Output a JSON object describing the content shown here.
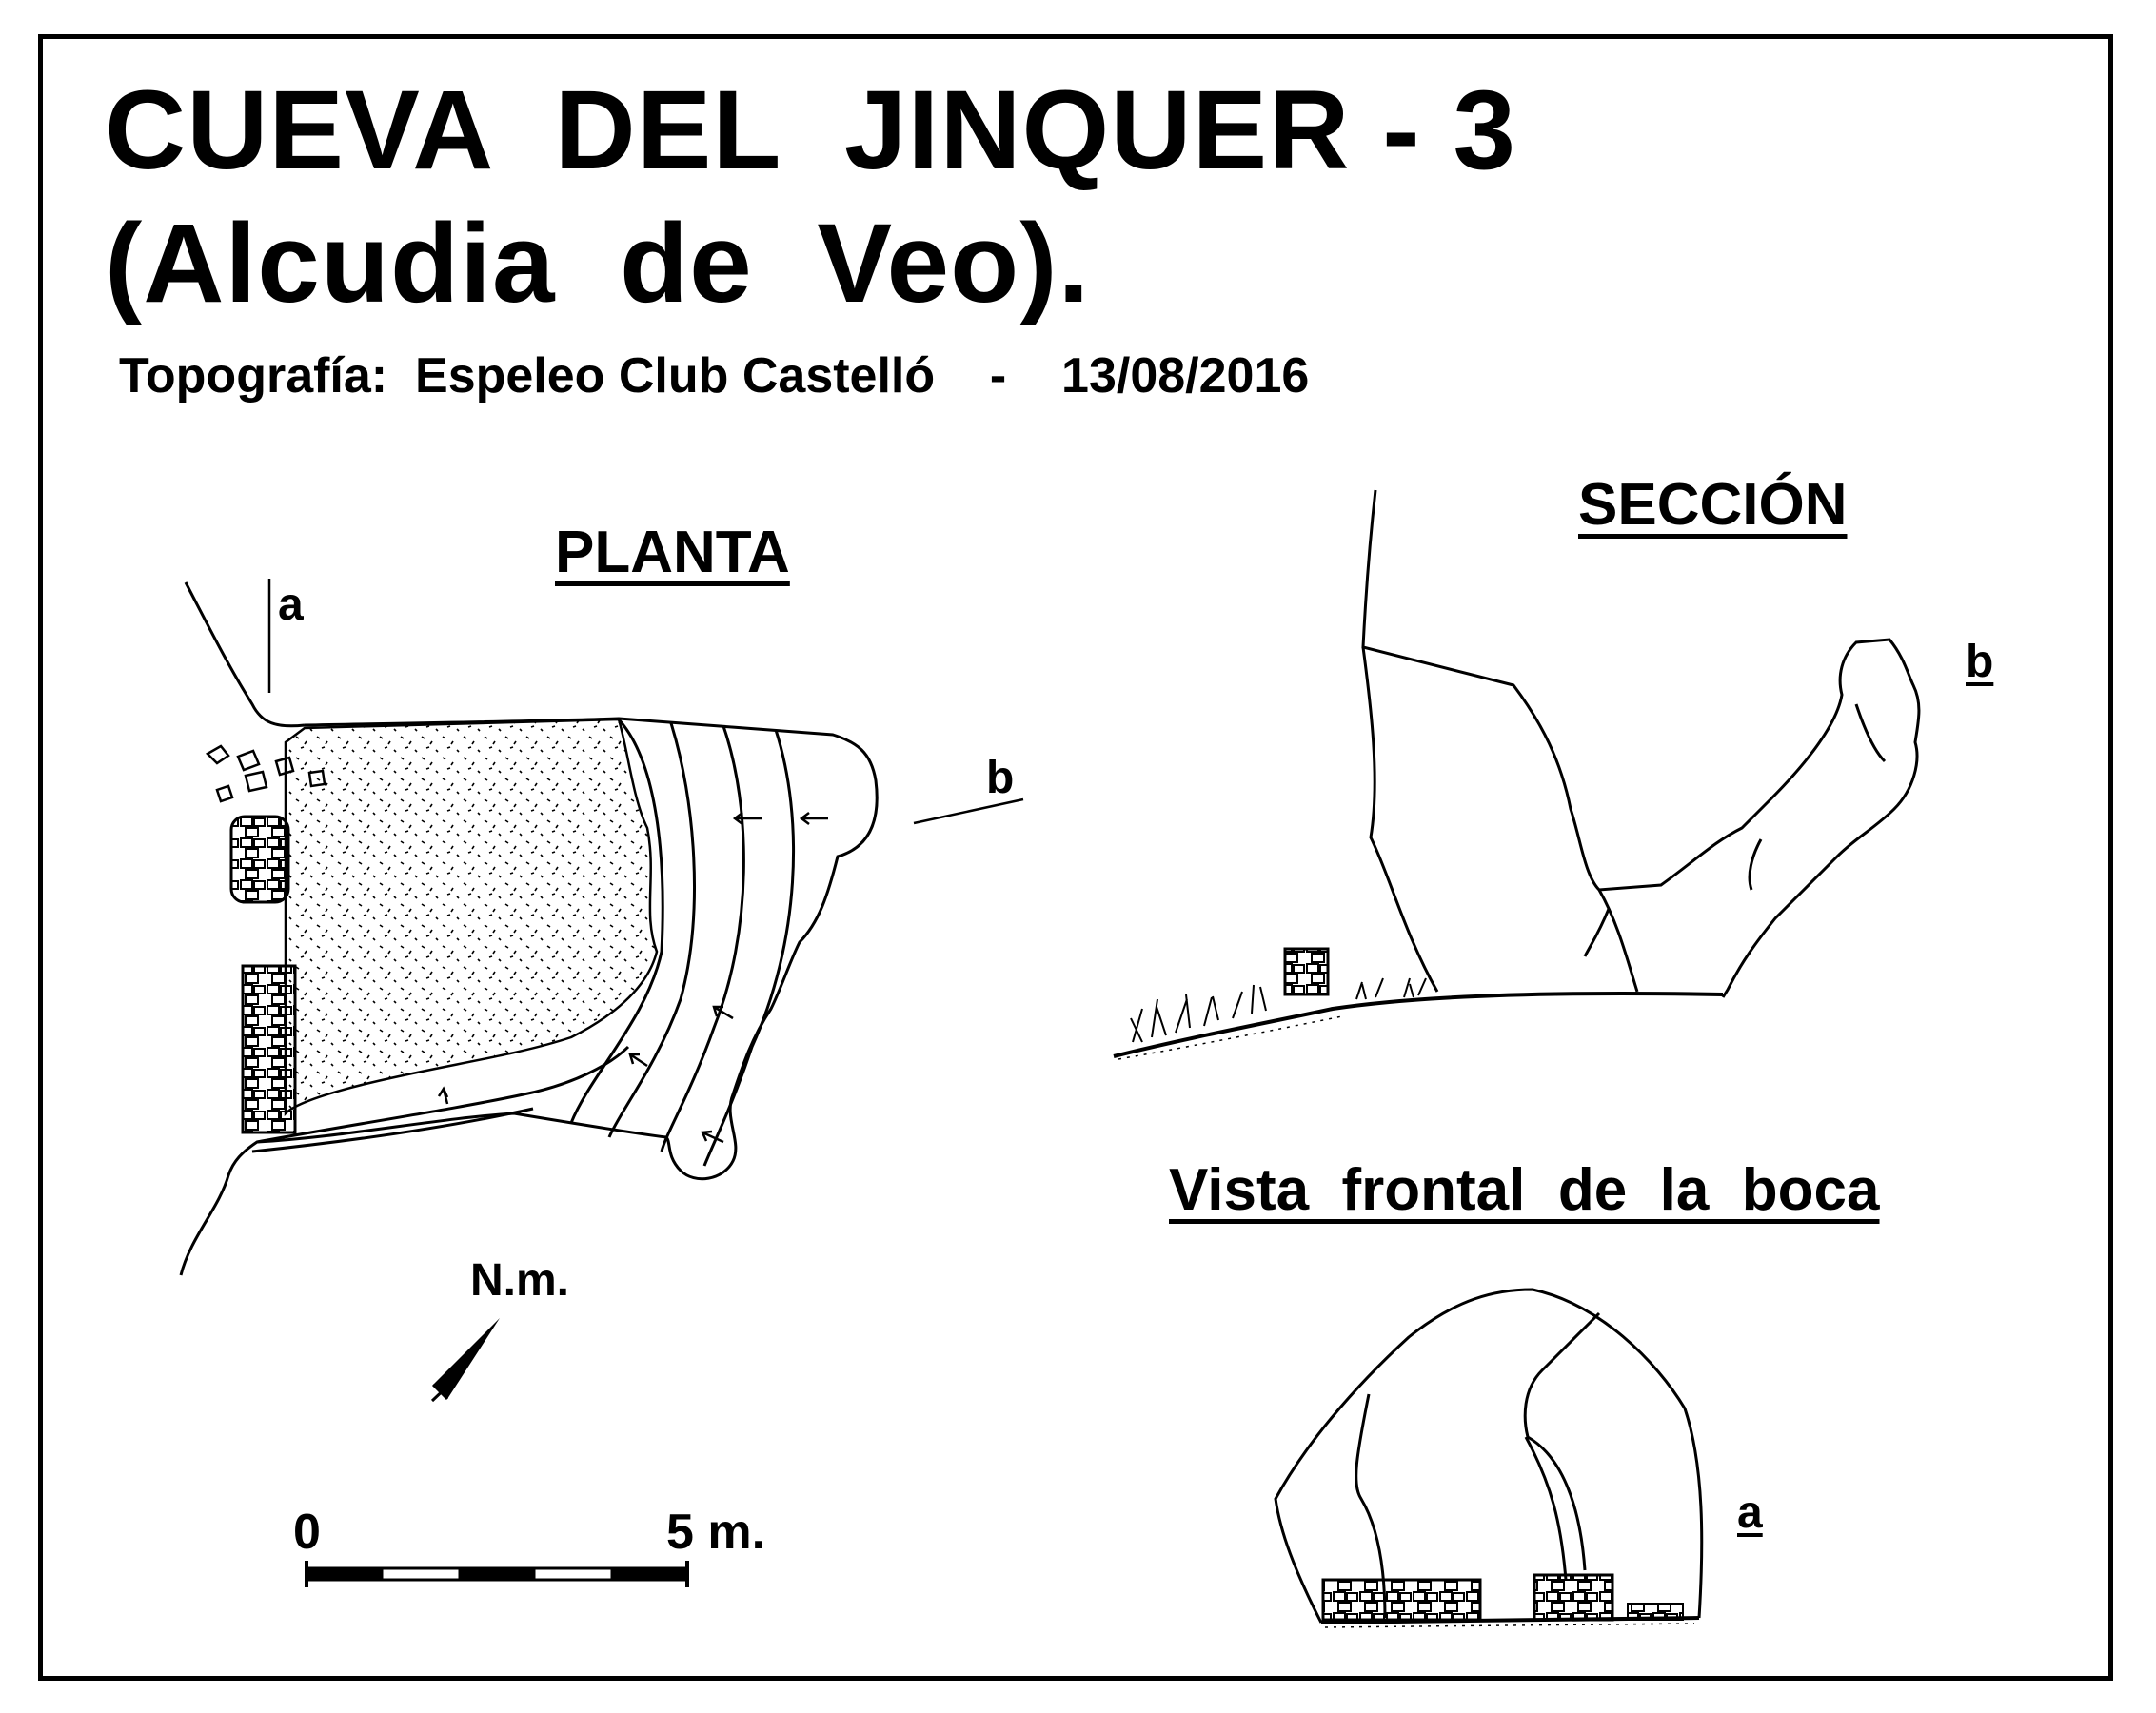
{
  "title": {
    "line1": "CUEVA  DEL  JINQUER - 3",
    "line2": "(Alcudia  de  Veo)."
  },
  "credit": "Topografía:  Espeleo Club Castelló    -    13/08/2016",
  "planta": {
    "heading": "PLANTA",
    "section_mark_a": "a",
    "section_mark_b": "b",
    "north_label": "N.m.",
    "scale_start": "0",
    "scale_end": "5 m."
  },
  "seccion": {
    "heading": "SECCIÓN",
    "label_b": "b"
  },
  "vista": {
    "heading": "Vista  frontal  de  la  boca",
    "label_a": "a"
  },
  "colors": {
    "ink": "#000000",
    "paper": "#ffffff"
  },
  "icons": [
    "north-arrow-icon",
    "scale-bar-icon"
  ]
}
